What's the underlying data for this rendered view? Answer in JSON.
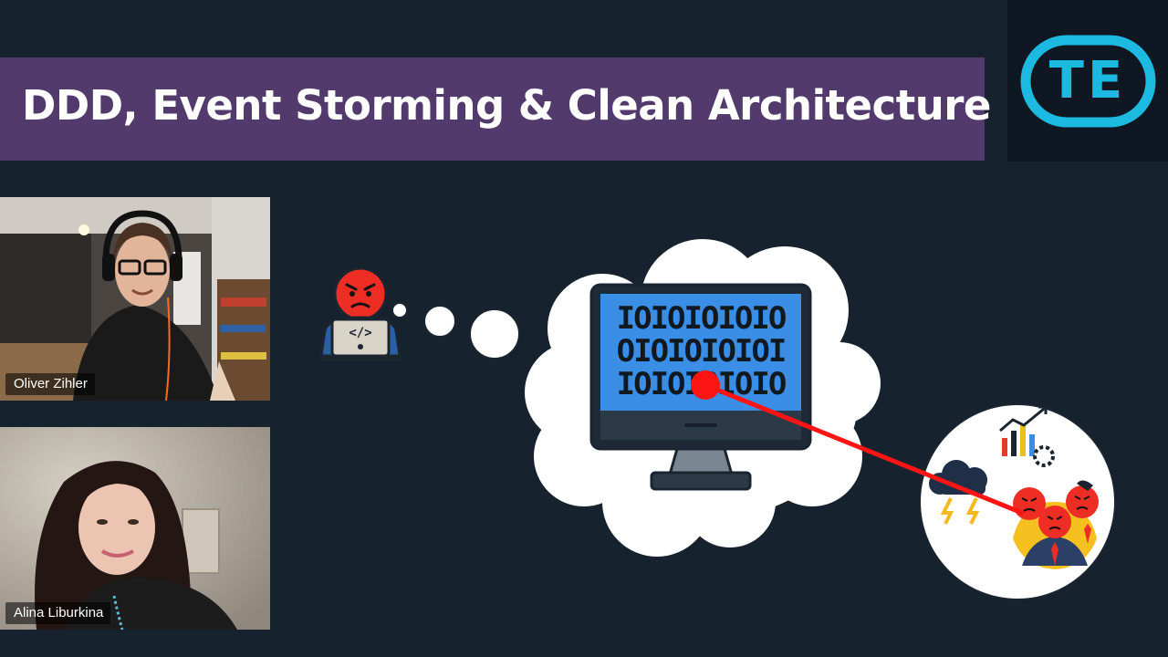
{
  "slide": {
    "title": "DDD, Event Storming & Clean Architecture",
    "logo_text": "TE"
  },
  "participants": [
    {
      "name": "Oliver Zihler"
    },
    {
      "name": "Alina Liburkina"
    }
  ],
  "illustration": {
    "binary_rows": [
      "IOIOIOIOIO",
      "OIOIOIOIOI",
      "IOIOIOIOIO"
    ]
  },
  "colors": {
    "background": "#17222f",
    "title_bar": "#523a6c",
    "logo_accent": "#1cb9e0",
    "screen_blue": "#3a8ee6",
    "pointer_red": "#ff1414"
  }
}
